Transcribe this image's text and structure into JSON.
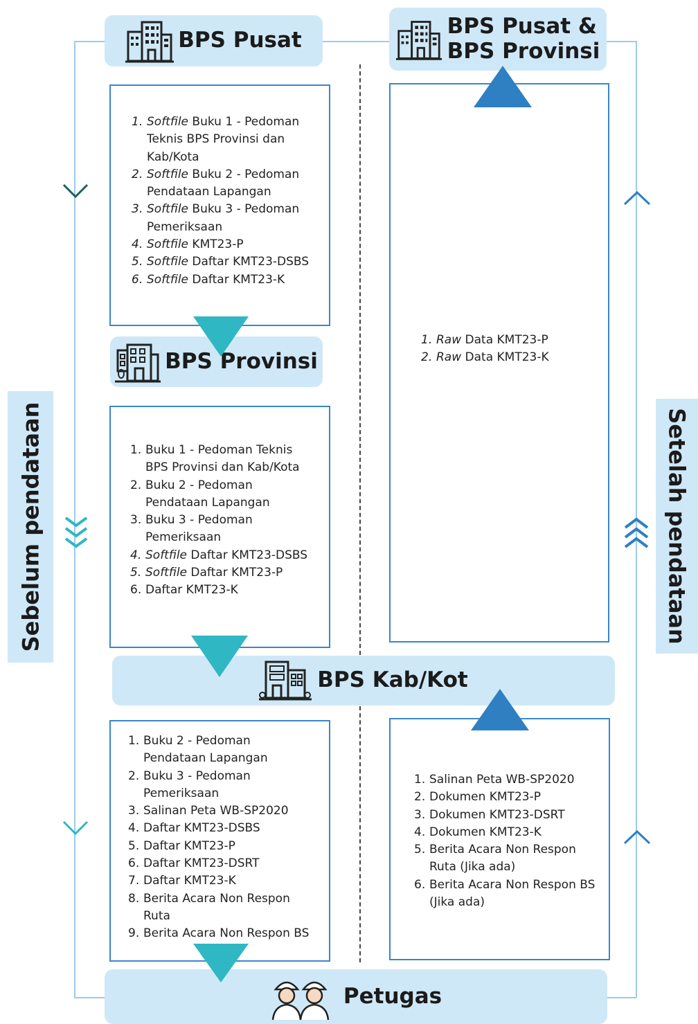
{
  "side_labels": {
    "left": "Sebelum pendataan",
    "right": "Setelah pendataan"
  },
  "headers": {
    "bps_pusat": "BPS Pusat",
    "bps_pusat_provinsi_line1": "BPS Pusat &",
    "bps_pusat_provinsi_line2": "BPS Provinsi",
    "bps_provinsi": "BPS Provinsi",
    "bps_kabkot": "BPS Kab/Kot",
    "petugas": "Petugas"
  },
  "boxes": {
    "pusat_to_provinsi": [
      {
        "num": "1.",
        "prefix": "Softfile",
        "text": " Buku 1 - Pedoman",
        "cont": [
          "Teknis BPS Provinsi dan",
          "Kab/Kota"
        ],
        "num_italic": true
      },
      {
        "num": "2.",
        "prefix": "Softfile",
        "text": " Buku 2 - Pedoman",
        "cont": [
          "Pendataan Lapangan"
        ],
        "num_italic": true
      },
      {
        "num": "3.",
        "prefix": "Softfile",
        "text": " Buku  3 - Pedoman",
        "cont": [
          "Pemeriksaan"
        ],
        "num_italic": true
      },
      {
        "num": "4.",
        "prefix": "Softfile",
        "text": " KMT23-P",
        "cont": [],
        "num_italic": true
      },
      {
        "num": "5.",
        "prefix": "Softfile",
        "text": " Daftar KMT23-DSBS",
        "cont": [],
        "num_italic": true
      },
      {
        "num": "6.",
        "prefix": "Softfile",
        "text": " Daftar KMT23-K",
        "cont": [],
        "num_italic": true
      }
    ],
    "provinsi_to_kabkot": [
      {
        "num": "1.",
        "prefix": "",
        "text": "Buku 1 - Pedoman Teknis",
        "cont": [
          "BPS Provinsi dan Kab/Kota"
        ],
        "num_italic": false
      },
      {
        "num": "2.",
        "prefix": "",
        "text": "Buku 2 - Pedoman",
        "cont": [
          "Pendataan Lapangan"
        ],
        "num_italic": false
      },
      {
        "num": "3.",
        "prefix": "",
        "text": "Buku  3 - Pedoman",
        "cont": [
          "Pemeriksaan"
        ],
        "num_italic": false
      },
      {
        "num": "4.",
        "prefix": "Softfile",
        "text": " Daftar KMT23-DSBS",
        "cont": [],
        "num_italic": true
      },
      {
        "num": "5.",
        "prefix": "Softfile",
        "text": " Daftar KMT23-P",
        "cont": [],
        "num_italic": true
      },
      {
        "num": "6.",
        "prefix": "",
        "text": "Daftar KMT23-K",
        "cont": [],
        "num_italic": false
      }
    ],
    "kabkot_to_petugas": [
      {
        "num": "1.",
        "prefix": "",
        "text": "Buku 2 - Pedoman",
        "cont": [
          "Pendataan Lapangan"
        ],
        "num_italic": false
      },
      {
        "num": "2.",
        "prefix": "",
        "text": "Buku  3 - Pedoman",
        "cont": [
          "Pemeriksaan"
        ],
        "num_italic": false
      },
      {
        "num": "3.",
        "prefix": "",
        "text": "Salinan Peta WB-SP2020",
        "cont": [],
        "num_italic": false
      },
      {
        "num": "4.",
        "prefix": "",
        "text": "Daftar KMT23-DSBS",
        "cont": [],
        "num_italic": false
      },
      {
        "num": "5.",
        "prefix": "",
        "text": "Daftar KMT23-P",
        "cont": [],
        "num_italic": false
      },
      {
        "num": "6.",
        "prefix": "",
        "text": "Daftar KMT23-DSRT",
        "cont": [],
        "num_italic": false
      },
      {
        "num": "7.",
        "prefix": "",
        "text": "Daftar KMT23-K",
        "cont": [],
        "num_italic": false
      },
      {
        "num": "8.",
        "prefix": "",
        "text": "Berita Acara Non Respon",
        "cont": [
          "Ruta"
        ],
        "num_italic": false
      },
      {
        "num": "9.",
        "prefix": "",
        "text": "Berita Acara Non Respon BS",
        "cont": [],
        "num_italic": false
      }
    ],
    "petugas_to_kabkot": [
      {
        "num": "1.",
        "prefix": "",
        "text": "Salinan Peta WB-SP2020",
        "cont": [],
        "num_italic": false
      },
      {
        "num": "2.",
        "prefix": "",
        "text": "Dokumen KMT23-P",
        "cont": [],
        "num_italic": false
      },
      {
        "num": "3.",
        "prefix": "",
        "text": "Dokumen KMT23-DSRT",
        "cont": [],
        "num_italic": false
      },
      {
        "num": "4.",
        "prefix": "",
        "text": "Dokumen KMT23-K",
        "cont": [],
        "num_italic": false
      },
      {
        "num": "5.",
        "prefix": "",
        "text": "Berita Acara Non Respon",
        "cont": [
          "Ruta (Jika ada)"
        ],
        "num_italic": false
      },
      {
        "num": "6.",
        "prefix": "",
        "text": "Berita Acara Non Respon BS",
        "cont": [
          "(Jika ada)"
        ],
        "num_italic": false
      }
    ],
    "kabkot_to_pusat": [
      {
        "num": "1.",
        "prefix": "Raw",
        "text": " Data KMT23-P",
        "cont": [],
        "num_italic": true
      },
      {
        "num": "2.",
        "prefix": "Raw",
        "text": " Data KMT23-K",
        "cont": [],
        "num_italic": true
      }
    ]
  },
  "icons": {
    "building": "office-building-icon",
    "petugas": "field-workers-icon",
    "down_chevron": "chevron-down-icon",
    "up_chevron": "chevron-up-icon"
  },
  "colors": {
    "header_bg": "#cfe8f7",
    "box_border": "#3b86c8",
    "arrow_teal": "#2fb7c4",
    "arrow_blue": "#2f7fc3",
    "chevron_dark": "#1f5f5a",
    "chevron_light": "#2fb7c4"
  }
}
